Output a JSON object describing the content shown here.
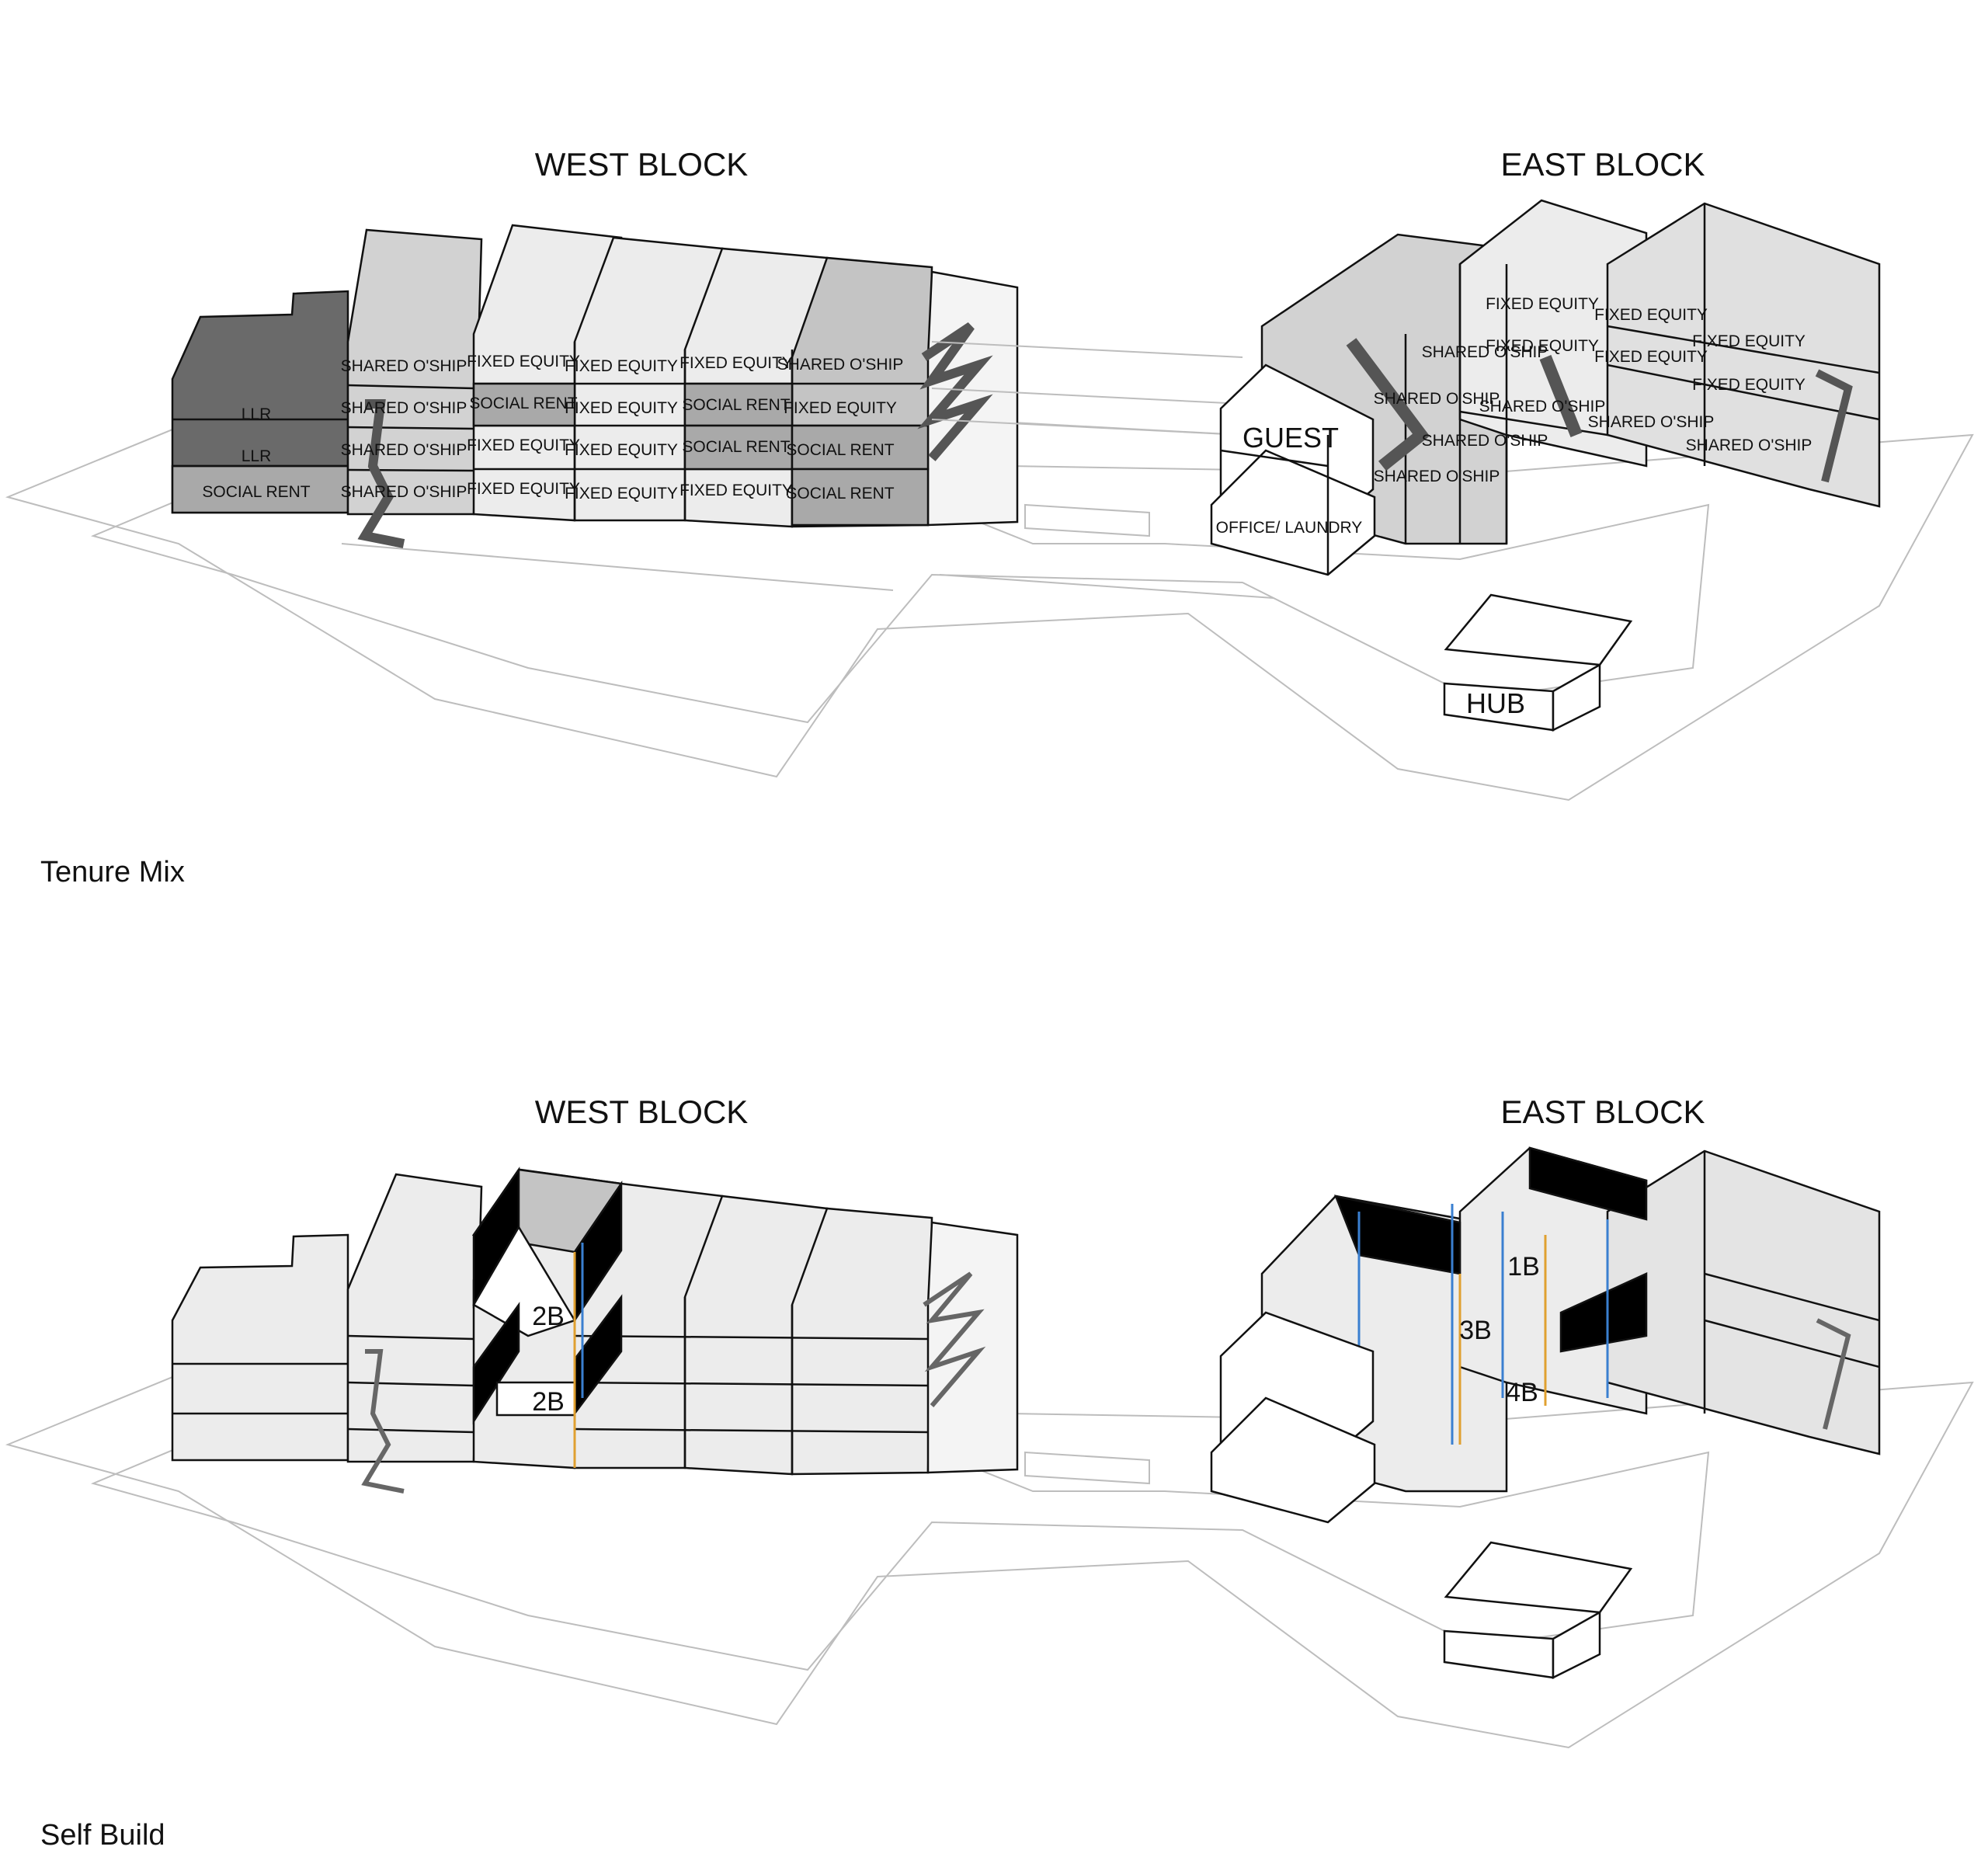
{
  "panels": [
    {
      "caption": "Tenure Mix",
      "west_title": "WEST BLOCK",
      "east_title": "EAST BLOCK",
      "west_labels": {
        "llr1": "LLR",
        "llr2": "LLR",
        "social_rent": "SOCIAL RENT",
        "c1": [
          "SHARED O'SHIP",
          "SHARED O'SHIP",
          "SHARED O'SHIP",
          "SHARED O'SHIP"
        ],
        "c2": [
          "FIXED EQUITY",
          "SOCIAL RENT",
          "FIXED EQUITY",
          "FIXED EQUITY"
        ],
        "c3": [
          "FIXED EQUITY",
          "FIXED EQUITY",
          "FIXED EQUITY",
          "FIXED EQUITY"
        ],
        "c4": [
          "FIXED EQUITY",
          "SOCIAL RENT",
          "SOCIAL RENT",
          "FIXED EQUITY"
        ],
        "c5": [
          "SHARED O'SHIP",
          "FIXED EQUITY",
          "SOCIAL RENT",
          "SOCIAL RENT"
        ]
      },
      "east_labels": {
        "guest": "GUEST",
        "office": "OFFICE/ LAUNDRY",
        "hub": "HUB",
        "a": [
          "SHARED O'SHIP",
          "SHARED O'SHIP"
        ],
        "b": [
          "SHARED O'SHIP",
          "SHARED O'SHIP"
        ],
        "c": [
          "FIXED EQUITY",
          "FIXED EQUITY",
          "SHARED O'SHIP"
        ],
        "d": [
          "FIXED EQUITY",
          "FIXED EQUITY",
          "SHARED O'SHIP"
        ],
        "e": [
          "FIXED EQUITY",
          "FIXED EQUITY",
          "SHARED O'SHIP"
        ]
      }
    },
    {
      "caption": "Self Build",
      "west_title": "WEST BLOCK",
      "east_title": "EAST BLOCK",
      "west_labels": [
        "2B",
        "2B"
      ],
      "east_labels": [
        "1B",
        "3B",
        "4B"
      ]
    }
  ],
  "colors": {
    "dark_grey": "#6a6a6a",
    "mid_grey": "#a9a9a9",
    "light_grey": "#d2d2d2",
    "pale_grey": "#ececec",
    "black": "#000000",
    "blue_line": "#3a7fd0",
    "orange_line": "#e0a030"
  }
}
